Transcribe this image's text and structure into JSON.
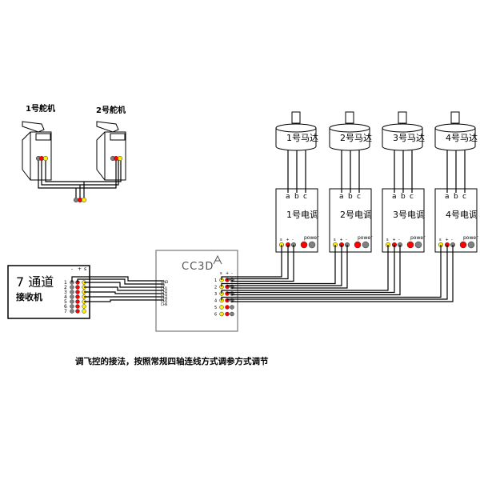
{
  "servos": [
    {
      "label": "1号舵机"
    },
    {
      "label": "2号舵机"
    }
  ],
  "motors": [
    {
      "label": "1号马达"
    },
    {
      "label": "2号马达"
    },
    {
      "label": "3号马达"
    },
    {
      "label": "4号马达"
    }
  ],
  "escs": [
    {
      "label": "1号电调"
    },
    {
      "label": "2号电调"
    },
    {
      "label": "3号电调"
    },
    {
      "label": "4号电调"
    }
  ],
  "esc_phase_labels": [
    "a",
    "b",
    "c"
  ],
  "esc_pin_labels": [
    "s",
    "+",
    "-"
  ],
  "esc_power_label": "power",
  "receiver": {
    "title": "7 通道",
    "subtitle": "接收机",
    "pin_header": [
      "-",
      "+",
      "s"
    ],
    "channels": [
      "1",
      "2",
      "3",
      "4",
      "5",
      "6",
      "7"
    ]
  },
  "cc3d": {
    "title": "CC3D",
    "input_labels": [
      "GND",
      "5V",
      "CH1",
      "CH2",
      "CH3",
      "CH4",
      "CH5",
      "CH6"
    ],
    "output_header": [
      "s",
      "+",
      "-"
    ],
    "outputs": [
      "1",
      "2",
      "3",
      "4",
      "5",
      "6"
    ]
  },
  "caption": "调飞控的接法，按照常规四轴连线方式调参方式调节",
  "colors": {
    "signal": "#ffee00",
    "power": "#ff0000",
    "ground": "#808080",
    "line": "#000000"
  }
}
